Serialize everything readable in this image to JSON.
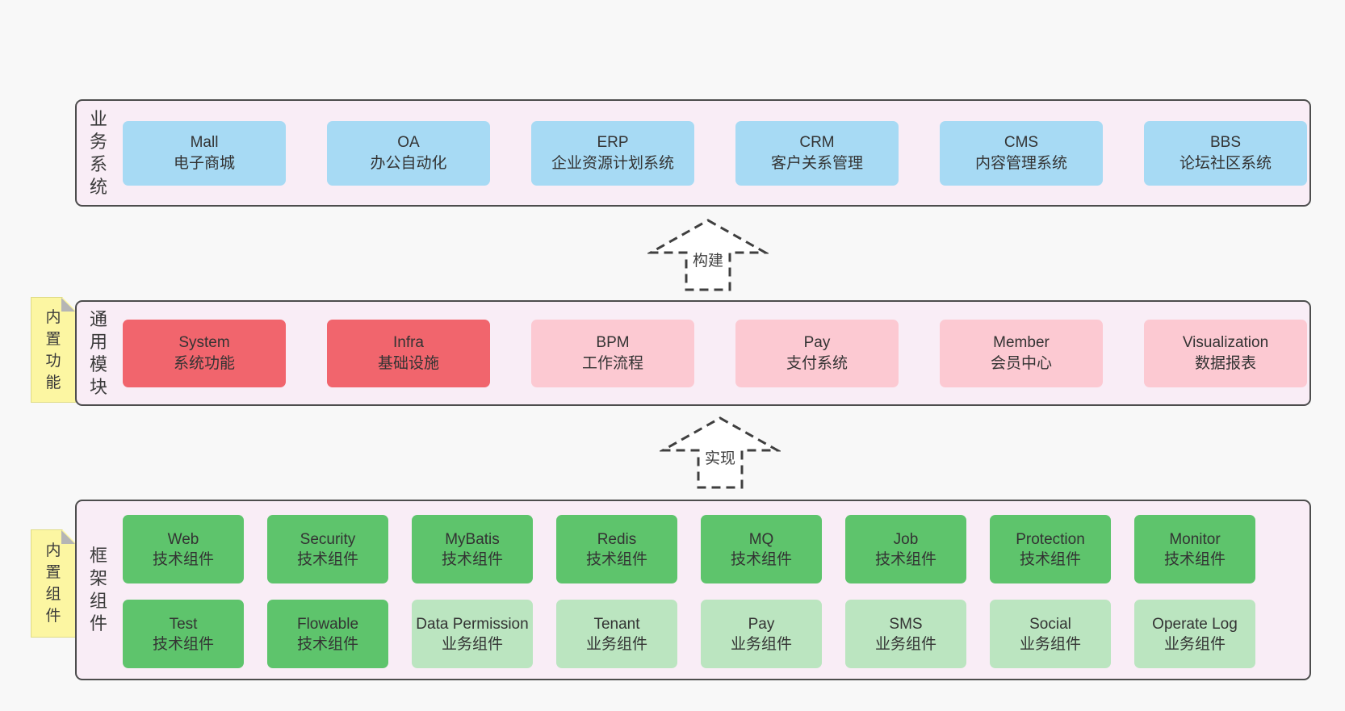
{
  "colors": {
    "page_bg": "#f8f8f8",
    "container_bg": "#f9edf6",
    "container_border": "#4d4d4d",
    "blue": "#a7daf4",
    "red": "#f1656d",
    "pink": "#fcc9d2",
    "green": "#5ec46c",
    "green_light": "#bbe5c0",
    "yellow": "#fcf6a2",
    "fold": "#b5b5b5",
    "text": "#383838"
  },
  "arrows": [
    {
      "label": "构建"
    },
    {
      "label": "实现"
    }
  ],
  "layers": {
    "business": {
      "side_label": "业务系统",
      "boxes": [
        {
          "name": "Mall",
          "desc": "电子商城",
          "variant": "blue"
        },
        {
          "name": "OA",
          "desc": "办公自动化",
          "variant": "blue"
        },
        {
          "name": "ERP",
          "desc": "企业资源计划系统",
          "variant": "blue"
        },
        {
          "name": "CRM",
          "desc": "客户关系管理",
          "variant": "blue"
        },
        {
          "name": "CMS",
          "desc": "内容管理系统",
          "variant": "blue"
        },
        {
          "name": "BBS",
          "desc": "论坛社区系统",
          "variant": "blue"
        }
      ]
    },
    "modules": {
      "side_label": "通用模块",
      "note_label": "内置功能",
      "boxes": [
        {
          "name": "System",
          "desc": "系统功能",
          "variant": "red"
        },
        {
          "name": "Infra",
          "desc": "基础设施",
          "variant": "red"
        },
        {
          "name": "BPM",
          "desc": "工作流程",
          "variant": "pink"
        },
        {
          "name": "Pay",
          "desc": "支付系统",
          "variant": "pink"
        },
        {
          "name": "Member",
          "desc": "会员中心",
          "variant": "pink"
        },
        {
          "name": "Visualization",
          "desc": "数据报表",
          "variant": "pink"
        }
      ]
    },
    "components": {
      "side_label": "框架组件",
      "note_label": "内置组件",
      "rows": [
        [
          {
            "name": "Web",
            "desc": "技术组件",
            "variant": "green"
          },
          {
            "name": "Security",
            "desc": "技术组件",
            "variant": "green"
          },
          {
            "name": "MyBatis",
            "desc": "技术组件",
            "variant": "green"
          },
          {
            "name": "Redis",
            "desc": "技术组件",
            "variant": "green"
          },
          {
            "name": "MQ",
            "desc": "技术组件",
            "variant": "green"
          },
          {
            "name": "Job",
            "desc": "技术组件",
            "variant": "green"
          },
          {
            "name": "Protection",
            "desc": "技术组件",
            "variant": "green"
          },
          {
            "name": "Monitor",
            "desc": "技术组件",
            "variant": "green"
          }
        ],
        [
          {
            "name": "Test",
            "desc": "技术组件",
            "variant": "green"
          },
          {
            "name": "Flowable",
            "desc": "技术组件",
            "variant": "green"
          },
          {
            "name": "Data Permission",
            "desc": "业务组件",
            "variant": "green-light"
          },
          {
            "name": "Tenant",
            "desc": "业务组件",
            "variant": "green-light"
          },
          {
            "name": "Pay",
            "desc": "业务组件",
            "variant": "green-light"
          },
          {
            "name": "SMS",
            "desc": "业务组件",
            "variant": "green-light"
          },
          {
            "name": "Social",
            "desc": "业务组件",
            "variant": "green-light"
          },
          {
            "name": "Operate Log",
            "desc": "业务组件",
            "variant": "green-light"
          }
        ]
      ]
    }
  }
}
